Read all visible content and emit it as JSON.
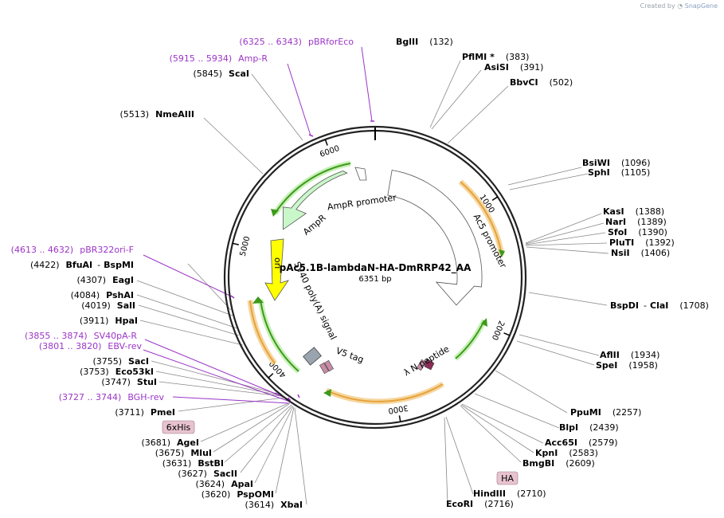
{
  "watermark": {
    "prefix": "Created by",
    "brand": "SnapGene"
  },
  "plasmid": {
    "name": "pAc5.1B-lambdaN-HA-DmRRP42_AA",
    "size_label": "6351 bp"
  },
  "ticks": [
    "1000",
    "2000",
    "3000",
    "4000",
    "5000",
    "6000"
  ],
  "features": {
    "ampr_promoter": "AmpR promoter",
    "ampr": "AmpR",
    "ac5_promoter": "Ac5 promoter",
    "ori": "ori",
    "sv40": "SV40 poly(A) signal",
    "v5": "V5 tag",
    "lambda_n": "λ N peptide",
    "his": "6xHis",
    "ha": "HA"
  },
  "sites_right": [
    {
      "name": "BglII",
      "pos": "(132)"
    },
    {
      "name": "PflMI *",
      "pos": "(383)"
    },
    {
      "name": "AsiSI",
      "pos": "(391)"
    },
    {
      "name": "BbvCI",
      "pos": "(502)"
    },
    {
      "name": "BsiWI",
      "pos": "(1096)"
    },
    {
      "name": "SphI",
      "pos": "(1105)"
    },
    {
      "name": "KasI",
      "pos": "(1388)"
    },
    {
      "name": "NarI",
      "pos": "(1389)"
    },
    {
      "name": "SfoI",
      "pos": "(1390)"
    },
    {
      "name": "PluTI",
      "pos": "(1392)"
    },
    {
      "name": "NsiI",
      "pos": "(1406)"
    },
    {
      "name": "BspDI",
      "sep": "-",
      "name2": "ClaI",
      "pos": "(1708)"
    },
    {
      "name": "AflII",
      "pos": "(1934)"
    },
    {
      "name": "SpeI",
      "pos": "(1958)"
    },
    {
      "name": "PpuMI",
      "pos": "(2257)"
    },
    {
      "name": "BlpI",
      "pos": "(2439)"
    },
    {
      "name": "Acc65I",
      "pos": "(2579)"
    },
    {
      "name": "KpnI",
      "pos": "(2583)"
    },
    {
      "name": "BmgBI",
      "pos": "(2609)"
    },
    {
      "name": "HindIII",
      "pos": "(2710)"
    },
    {
      "name": "EcoRI",
      "pos": "(2716)"
    }
  ],
  "sites_left": [
    {
      "pos": "(5845)",
      "name": "ScaI"
    },
    {
      "pos": "(5513)",
      "name": "NmeAIII"
    },
    {
      "pos": "(4422)",
      "name": "BfuAI",
      "sep": "-",
      "name2": "BspMI"
    },
    {
      "pos": "(4307)",
      "name": "EagI"
    },
    {
      "pos": "(4084)",
      "name": "PshAI"
    },
    {
      "pos": "(4019)",
      "name": "SalI"
    },
    {
      "pos": "(3911)",
      "name": "HpaI"
    },
    {
      "pos": "(3755)",
      "name": "SacI"
    },
    {
      "pos": "(3753)",
      "name": "Eco53kI"
    },
    {
      "pos": "(3747)",
      "name": "StuI"
    },
    {
      "pos": "(3711)",
      "name": "PmeI"
    },
    {
      "pos": "(3681)",
      "name": "AgeI"
    },
    {
      "pos": "(3675)",
      "name": "MluI"
    },
    {
      "pos": "(3631)",
      "name": "BstBI"
    },
    {
      "pos": "(3627)",
      "name": "SacII"
    },
    {
      "pos": "(3624)",
      "name": "ApaI"
    },
    {
      "pos": "(3620)",
      "name": "PspOMI"
    },
    {
      "pos": "(3614)",
      "name": "XbaI"
    }
  ],
  "primers": [
    {
      "range": "(6325 .. 6343)",
      "name": "pBRforEco"
    },
    {
      "range": "(5915 .. 5934)",
      "name": "Amp-R"
    },
    {
      "range": "(4613 .. 4632)",
      "name": "pBR322ori-F"
    },
    {
      "range": "(3855 .. 3874)",
      "name": "SV40pA-R"
    },
    {
      "range": "(3801 .. 3820)",
      "name": "EBV-rev"
    },
    {
      "range": "(3727 .. 3744)",
      "name": "BGH-rev"
    }
  ],
  "colors": {
    "backbone": "#222222",
    "ampr_fill": "#c9f7c9",
    "ori_fill": "#ffff00",
    "orange_orf": "#e7a23b",
    "green_orf": "#3d9a1a",
    "primer": "#9b35c7",
    "tag_box": "#e8c3cf",
    "sv40_box": "#9aa4ae"
  }
}
